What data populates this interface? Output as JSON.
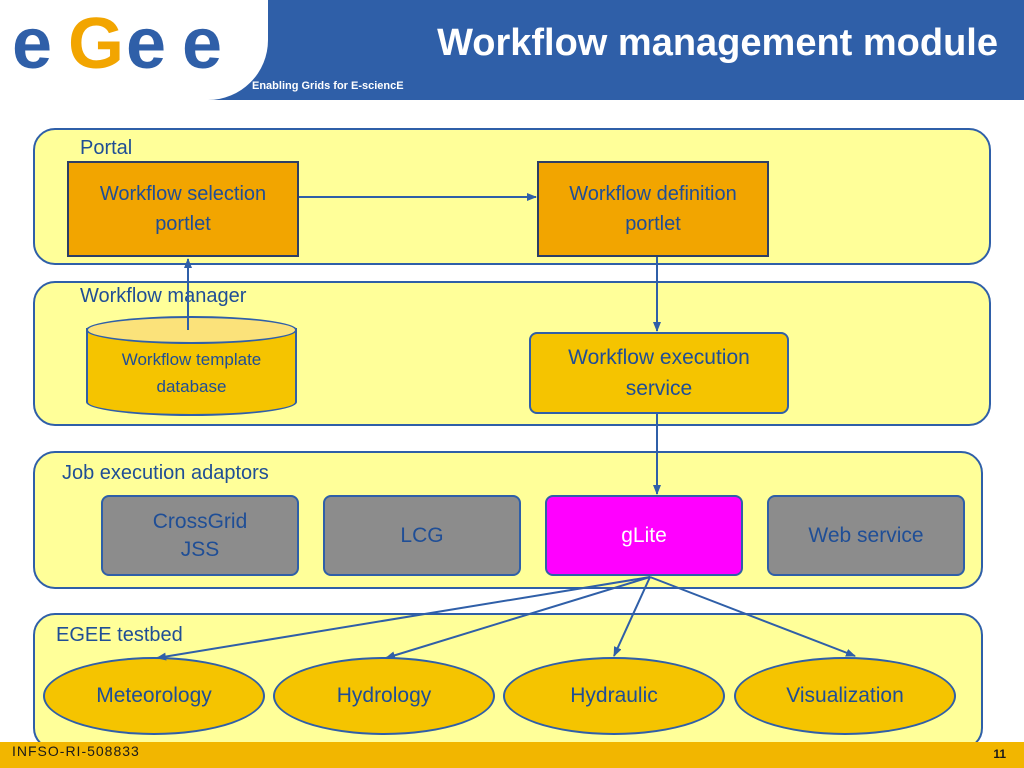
{
  "header": {
    "title": "Workflow management module",
    "tagline": "Enabling Grids for E-sciencE",
    "logo_text": "egee"
  },
  "panels": {
    "portal": "Portal",
    "workflow_manager": "Workflow manager",
    "job_adaptors": "Job execution adaptors",
    "testbed": "EGEE testbed"
  },
  "portal": {
    "selection_line1": "Workflow selection",
    "selection_line2": "portlet",
    "definition_line1": "Workflow definition",
    "definition_line2": "portlet"
  },
  "manager": {
    "db_line1": "Workflow template",
    "db_line2": "database",
    "exec_line1": "Workflow execution",
    "exec_line2": "service"
  },
  "adaptors": {
    "crossgrid_line1": "CrossGrid",
    "crossgrid_line2": "JSS",
    "lcg": "LCG",
    "glite": "gLite",
    "webservice": "Web service"
  },
  "testbed": {
    "meteorology": "Meteorology",
    "hydrology": "Hydrology",
    "hydraulic": "Hydraulic",
    "visualization": "Visualization"
  },
  "footer": {
    "left": "INFSO-RI-508833",
    "page": "11"
  },
  "colors": {
    "header_blue": "#2f5fa8",
    "panel_yellow": "#ffff99",
    "portlet_orange": "#f2a500",
    "service_gold": "#f5c400",
    "adaptor_gray": "#8c8c8c",
    "glite_magenta": "#ff00ff",
    "footer_gold": "#f2b600"
  }
}
